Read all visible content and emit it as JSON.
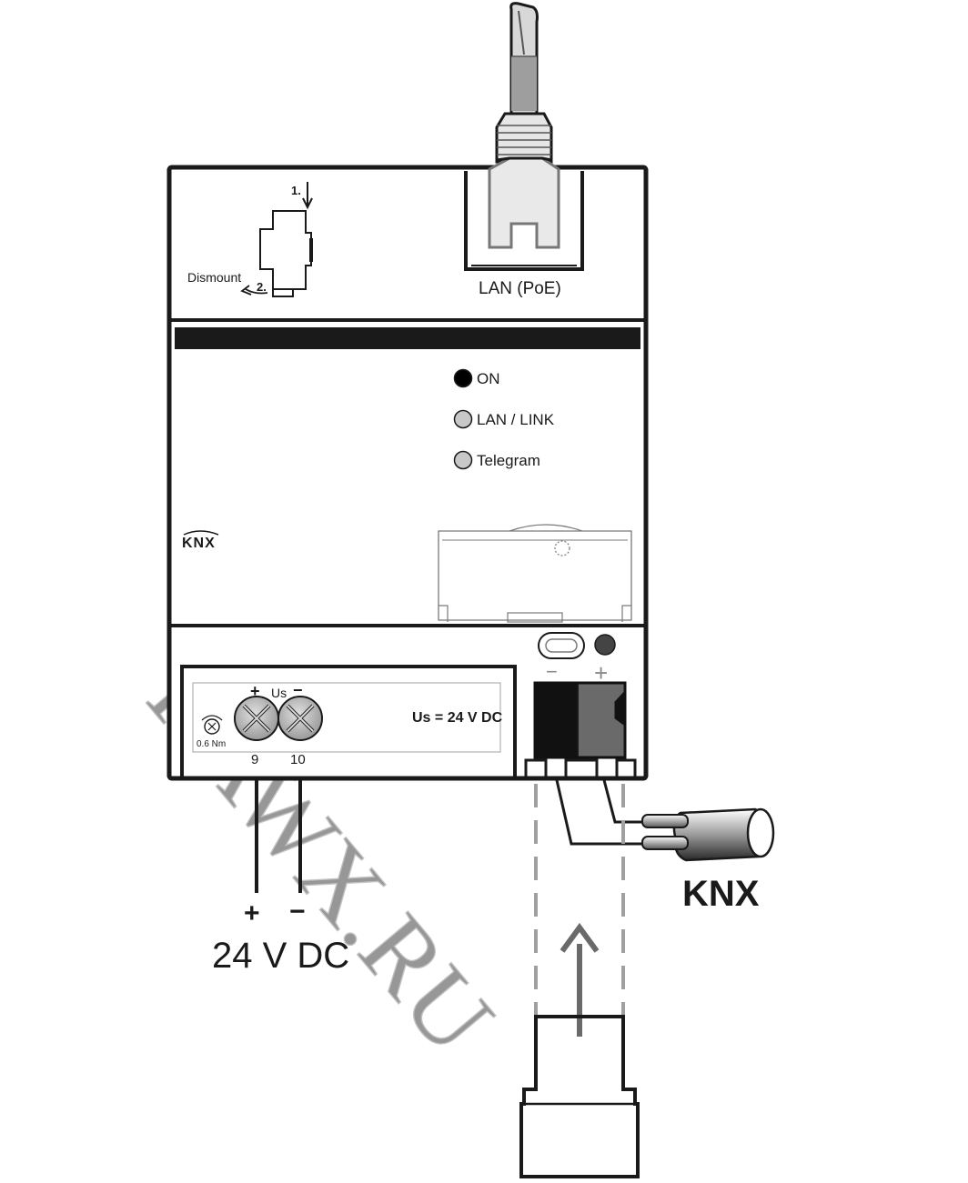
{
  "top_section": {
    "step1": "1.",
    "step2": "2.",
    "dismount_label": "Dismount",
    "lan_port_label": "LAN  (PoE)"
  },
  "leds": [
    {
      "label": "ON",
      "state": "on",
      "color": "#000000"
    },
    {
      "label": "LAN / LINK",
      "state": "off",
      "color": "#c8c8c8"
    },
    {
      "label": "Telegram",
      "state": "off",
      "color": "#c8c8c8"
    }
  ],
  "brand_logo": "KNX",
  "power_terminal": {
    "plus": "+",
    "us": "Us",
    "minus": "−",
    "spec": "Us = 24 V DC",
    "torque": "0.6 Nm",
    "terminal_9": "9",
    "terminal_10": "10"
  },
  "knx_terminal": {
    "minus": "−",
    "plus": "+"
  },
  "supply": {
    "plus": "+",
    "minus": "−",
    "label": "24 V DC"
  },
  "bus_label": "KNX",
  "watermark": "RAWX.RU",
  "colors": {
    "outline": "#1a1a1a",
    "led_on": "#000000",
    "led_off": "#c8c8c8",
    "knx_plug_dark": "#111111",
    "knx_plug_grey": "#6a6a6a",
    "dashed_guide": "#a0a0a0",
    "arrow": "#6a6a6a"
  }
}
